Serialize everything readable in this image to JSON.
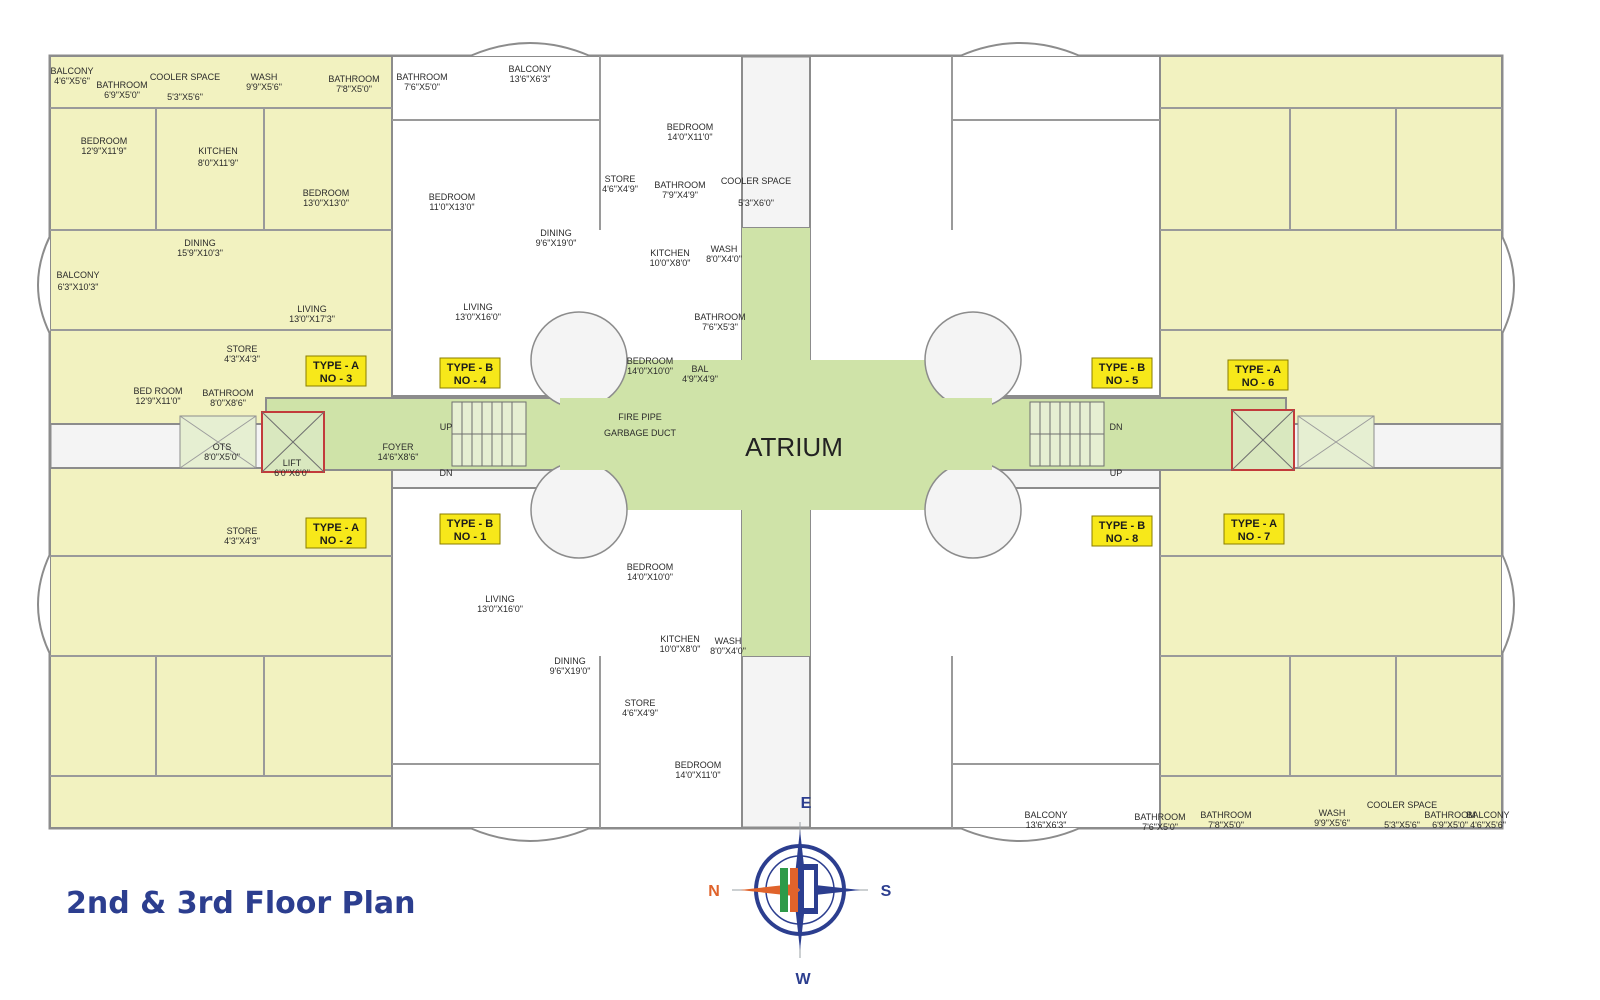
{
  "title": "2nd & 3rd Floor Plan",
  "colors": {
    "unit_a": "#f2f2c0",
    "unit_b": "#ffffff",
    "atrium": "#cfe3a8",
    "wall": "#8c8c8c",
    "tag_fill": "#f7e81a",
    "title": "#2c3e8f"
  },
  "atrium_label": "ATRIUM",
  "unit_tags": [
    {
      "line1": "TYPE - A",
      "line2": "NO - 3"
    },
    {
      "line1": "TYPE - B",
      "line2": "NO - 4"
    },
    {
      "line1": "TYPE - B",
      "line2": "NO - 5"
    },
    {
      "line1": "TYPE - A",
      "line2": "NO - 6"
    },
    {
      "line1": "TYPE - A",
      "line2": "NO - 2"
    },
    {
      "line1": "TYPE - B",
      "line2": "NO - 1"
    },
    {
      "line1": "TYPE - B",
      "line2": "NO - 8"
    },
    {
      "line1": "TYPE - A",
      "line2": "NO - 7"
    }
  ],
  "rooms": [
    {
      "name": "BALCONY",
      "dim": "4'6\"X5'6\""
    },
    {
      "name": "BATHROOM",
      "dim": "6'9\"X5'0\""
    },
    {
      "name": "COOLER SPACE",
      "dim": "5'3\"X5'6\""
    },
    {
      "name": "WASH",
      "dim": "9'9\"X5'6\""
    },
    {
      "name": "BATHROOM",
      "dim": "7'8\"X5'0\""
    },
    {
      "name": "BATHROOM",
      "dim": "7'6\"X5'0\""
    },
    {
      "name": "BALCONY",
      "dim": "13'6\"X6'3\""
    },
    {
      "name": "BEDROOM",
      "dim": "14'0\"X11'0\""
    },
    {
      "name": "BEDROOM",
      "dim": "12'9\"X11'9\""
    },
    {
      "name": "KITCHEN",
      "dim": "8'0\"X11'9\""
    },
    {
      "name": "BEDROOM",
      "dim": "13'0\"X13'0\""
    },
    {
      "name": "BEDROOM",
      "dim": "11'0\"X13'0\""
    },
    {
      "name": "DINING",
      "dim": "9'6\"X19'0\""
    },
    {
      "name": "STORE",
      "dim": "4'6\"X4'9\""
    },
    {
      "name": "BATHROOM",
      "dim": "7'9\"X4'9\""
    },
    {
      "name": "COOLER SPACE",
      "dim": "5'3\"X6'0\""
    },
    {
      "name": "DINING",
      "dim": "15'9\"X10'3\""
    },
    {
      "name": "KITCHEN",
      "dim": "10'0\"X8'0\""
    },
    {
      "name": "WASH",
      "dim": "8'0\"X4'0\""
    },
    {
      "name": "BALCONY",
      "dim": "6'3\"X10'3\""
    },
    {
      "name": "LIVING",
      "dim": "13'0\"X17'3\""
    },
    {
      "name": "LIVING",
      "dim": "13'0\"X16'0\""
    },
    {
      "name": "BATHROOM",
      "dim": "7'6\"X5'3\""
    },
    {
      "name": "STORE",
      "dim": "4'3\"X4'3\""
    },
    {
      "name": "BEDROOM",
      "dim": "14'0\"X10'0\""
    },
    {
      "name": "BAL",
      "dim": "4'9\"X4'9\""
    },
    {
      "name": "BED ROOM",
      "dim": "12'9\"X11'0\""
    },
    {
      "name": "BATHROOM",
      "dim": "8'0\"X8'6\""
    },
    {
      "name": "OTS",
      "dim": "8'0\"X5'0\""
    },
    {
      "name": "LIFT",
      "dim": "6'0\"X6'0\""
    },
    {
      "name": "FOYER",
      "dim": "14'6\"X8'6\""
    },
    {
      "name": "FIRE PIPE",
      "dim": ""
    },
    {
      "name": "GARBAGE DUCT",
      "dim": ""
    },
    {
      "name": "STORE",
      "dim": "4'3\"X4'3\""
    },
    {
      "name": "LIVING",
      "dim": "13'0\"X16'0\""
    },
    {
      "name": "BEDROOM",
      "dim": "14'0\"X10'0\""
    },
    {
      "name": "DINING",
      "dim": "9'6\"X19'0\""
    },
    {
      "name": "KITCHEN",
      "dim": "10'0\"X8'0\""
    },
    {
      "name": "WASH",
      "dim": "8'0\"X4'0\""
    },
    {
      "name": "STORE",
      "dim": "4'6\"X4'9\""
    },
    {
      "name": "BEDROOM",
      "dim": "14'0\"X11'0\""
    },
    {
      "name": "BALCONY",
      "dim": "13'6\"X6'3\""
    },
    {
      "name": "BATHROOM",
      "dim": "7'6\"X5'0\""
    },
    {
      "name": "BATHROOM",
      "dim": "7'8\"X5'0\""
    },
    {
      "name": "WASH",
      "dim": "9'9\"X5'6\""
    },
    {
      "name": "COOLER SPACE",
      "dim": "5'3\"X5'6\""
    },
    {
      "name": "BATHROOM",
      "dim": "6'9\"X5'0\""
    },
    {
      "name": "BALCONY",
      "dim": "4'6\"X5'6\""
    }
  ],
  "stairs": {
    "up": "UP",
    "down": "DN"
  },
  "compass": {
    "north": "N",
    "south": "S",
    "east": "E",
    "west": "W"
  }
}
